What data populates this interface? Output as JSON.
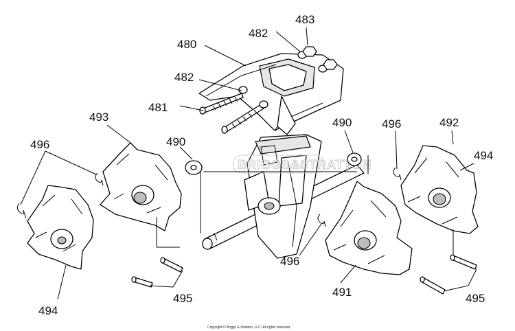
{
  "labels": {
    "l480": "480",
    "l481": "481",
    "l482a": "482",
    "l482b": "482",
    "l483": "483",
    "l490a": "490",
    "l490b": "490",
    "l491": "491",
    "l492": "492",
    "l493": "493",
    "l494a": "494",
    "l494b": "494",
    "l495a": "495",
    "l495b": "495",
    "l496a": "496",
    "l496b": "496",
    "l496c": "496"
  },
  "watermark": "BRIGGS&STRATTON",
  "copyright": "Copyright © Briggs & Stratton, LLC. All rights reserved."
}
